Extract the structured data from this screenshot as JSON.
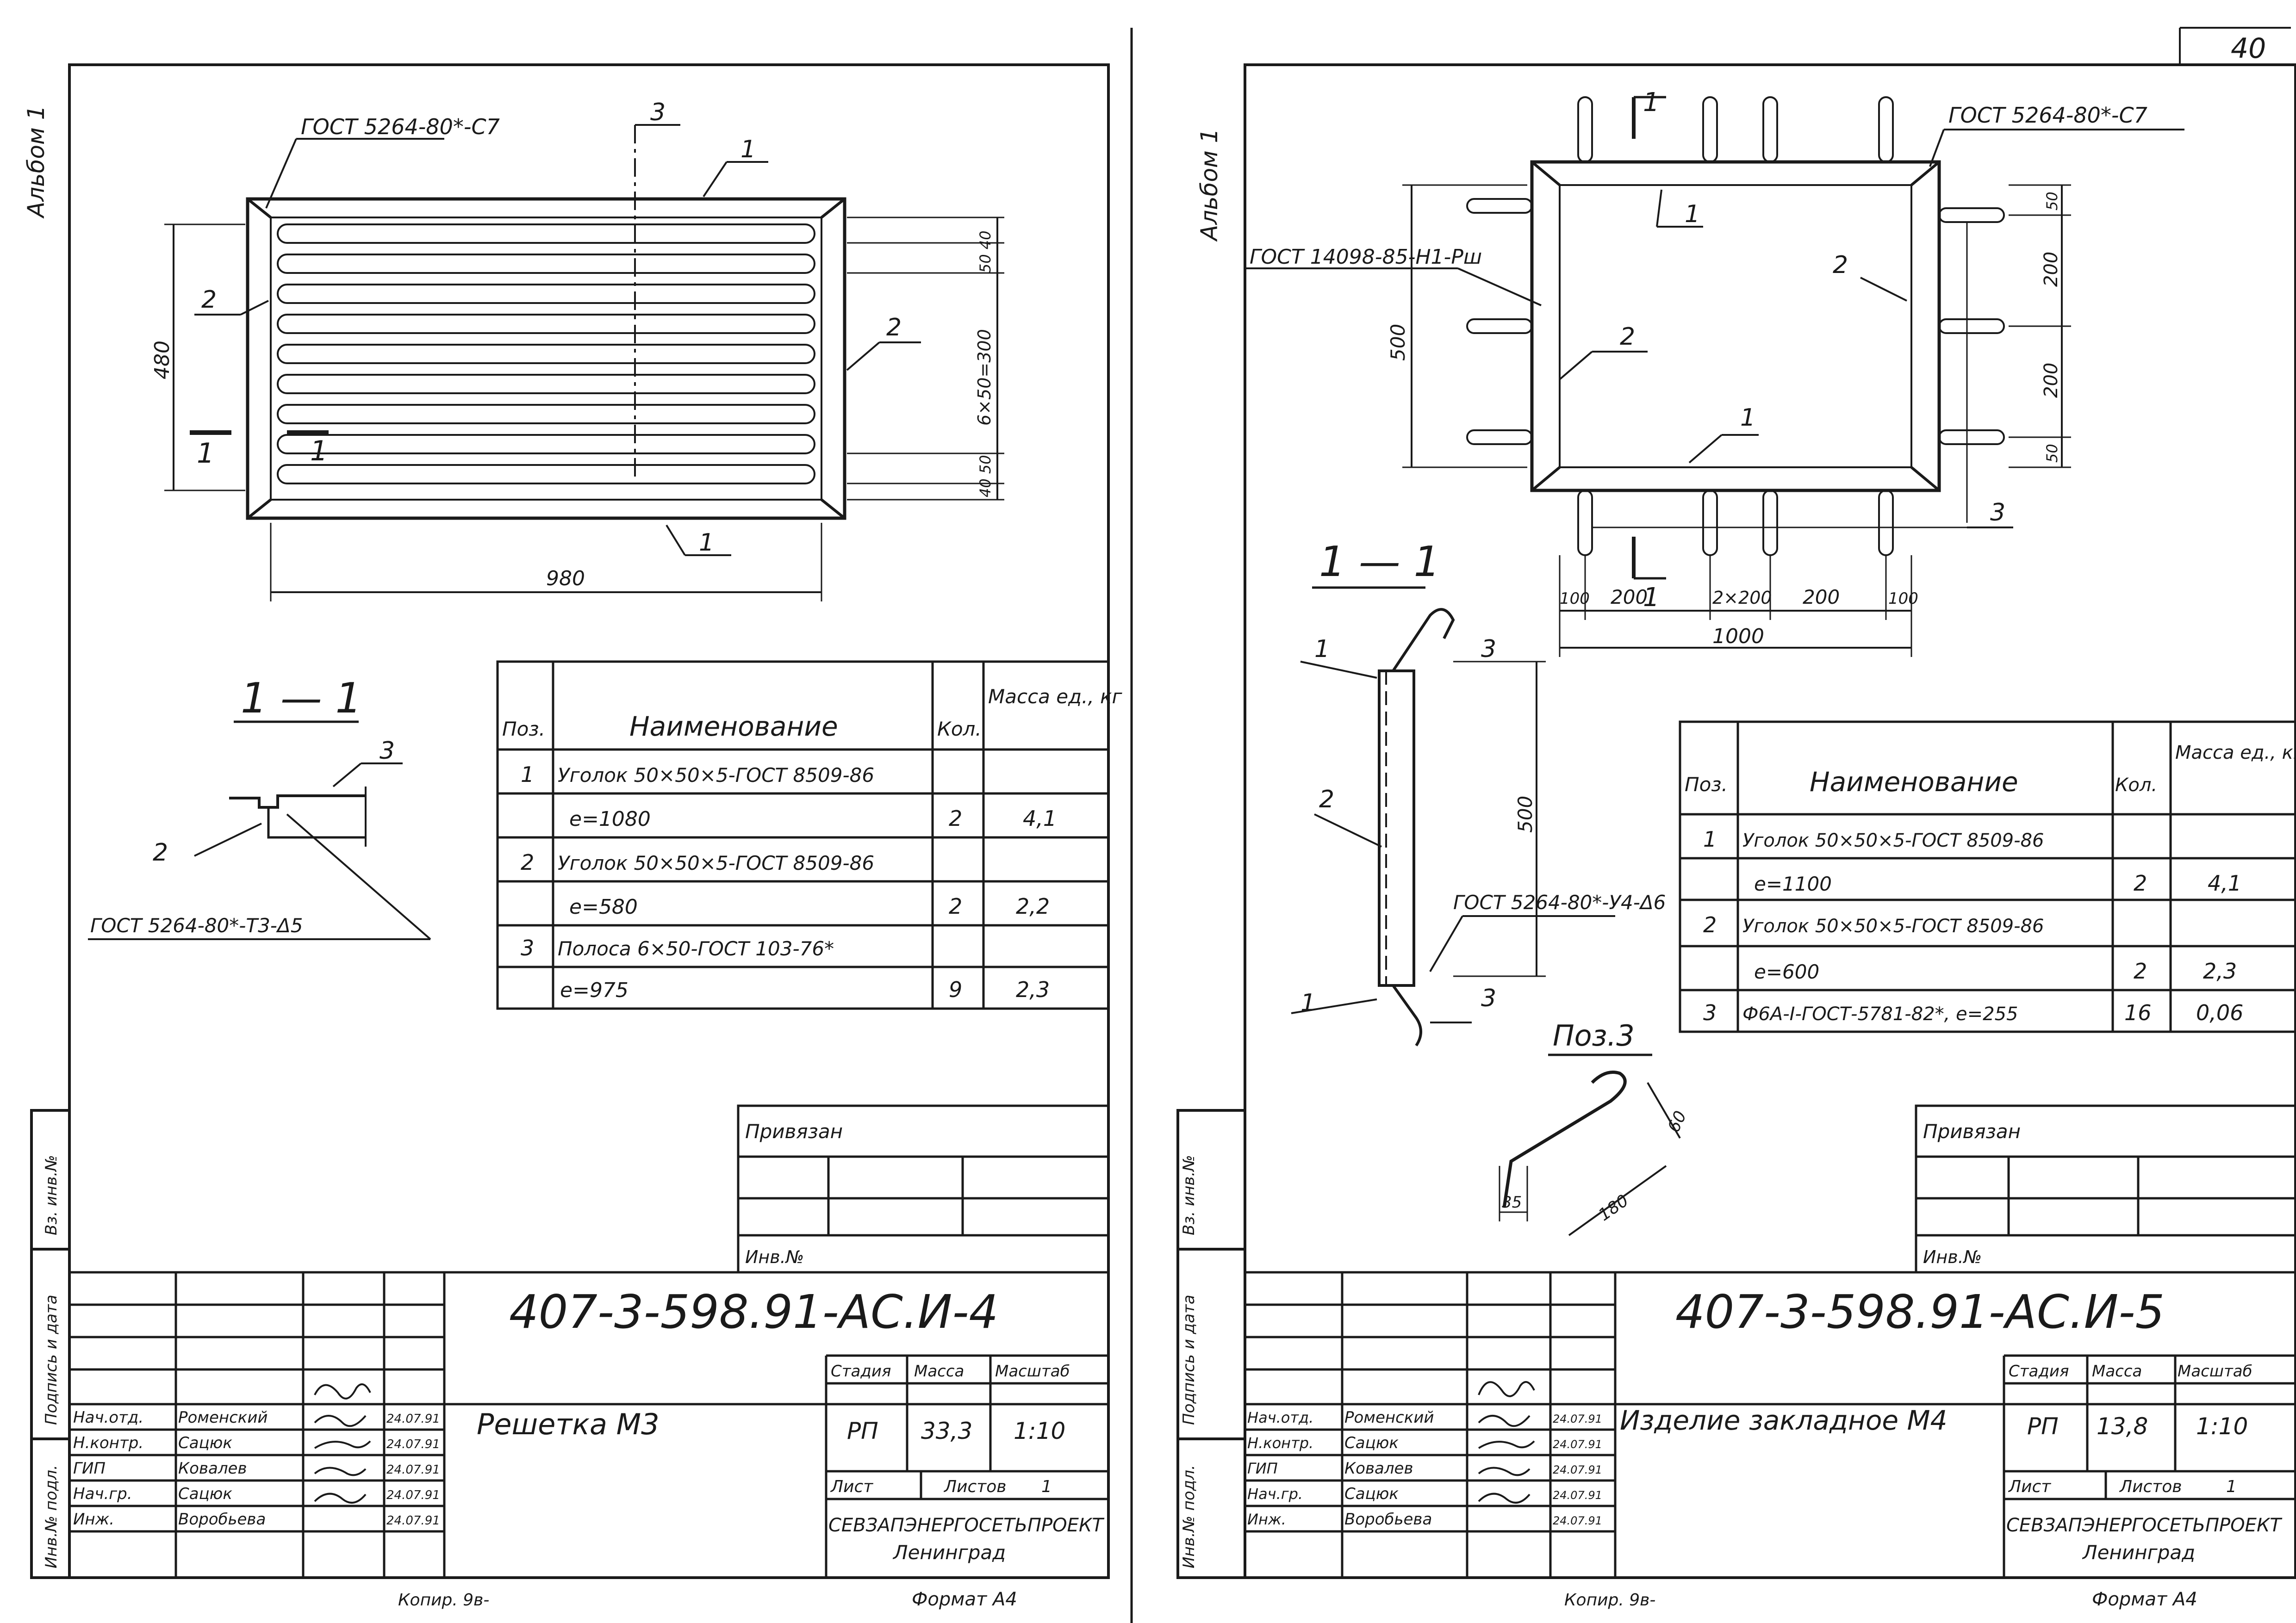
{
  "page_number": "40",
  "sheet_left": {
    "album_label": "Альбом 1",
    "weld_note_top": "ГОСТ 5264-80*-С7",
    "weld_note_section": "ГОСТ 5264-80*-Т3-Δ5",
    "callouts": [
      "1",
      "2",
      "3"
    ],
    "dims": {
      "height": "480",
      "width": "980",
      "top_spacing": "50 40",
      "mid_spacing": "6×50=300",
      "bottom_spacing": "40 50"
    },
    "section_mark": "1",
    "section_title": "1 — 1",
    "spec_table": {
      "headers": {
        "pos": "Поз.",
        "name": "Наименование",
        "qty": "Кол.",
        "mass": "Масса ед., кг"
      },
      "rows": [
        {
          "pos": "1",
          "name": "Уголок 50×50×5-ГОСТ 8509-86",
          "qty": "",
          "mass": ""
        },
        {
          "pos": "",
          "name": "е=1080",
          "qty": "2",
          "mass": "4,1"
        },
        {
          "pos": "2",
          "name": "Уголок 50×50×5-ГОСТ 8509-86",
          "qty": "",
          "mass": ""
        },
        {
          "pos": "",
          "name": "е=580",
          "qty": "2",
          "mass": "2,2"
        },
        {
          "pos": "3",
          "name": "Полоса 6×50-ГОСТ 103-76*",
          "qty": "",
          "mass": ""
        },
        {
          "pos": "",
          "name": "е=975",
          "qty": "9",
          "mass": "2,3"
        }
      ]
    },
    "privyazan": "Привязан",
    "inv_no": "Инв.№",
    "side_labels": {
      "vz_inv": "Вз. инв.№",
      "podpis": "Подпись и дата",
      "inv_podl": "Инв.№ подл."
    },
    "title_block": {
      "code": "407-3-598.91-АС.И-4",
      "name": "Решетка М3",
      "roles": [
        "Нач.отд.",
        "Н.контр.",
        "ГИП",
        "Нач.гр.",
        "Инж."
      ],
      "people": [
        "Роменский",
        "Сацюк",
        "Ковалев",
        "Сацюк",
        "Воробьева"
      ],
      "dates": [
        "24.07.91",
        "24.07.91",
        "24.07.91",
        "24.07.91",
        "24.07.91"
      ],
      "stage_label": "Стадия",
      "mass_label": "Масса",
      "scale_label": "Масштаб",
      "stage": "РП",
      "mass": "33,3",
      "scale": "1:10",
      "sheet_label": "Лист",
      "sheets_label": "Листов",
      "sheets": "1",
      "org": "СЕВЗАПЭНЕРГОСЕТЬПРОЕКТ",
      "city": "Ленинград"
    },
    "kopir": "Копир. 9в-",
    "format": "Формат А4"
  },
  "sheet_right": {
    "album_label": "Альбом 1",
    "weld_note_top": "ГОСТ 5264-80*-С7",
    "weld_note_left": "ГОСТ 14098-85-Н1-Рш",
    "weld_note_section": "ГОСТ 5264-80*-У4-Δ6",
    "callouts": [
      "1",
      "2",
      "3"
    ],
    "dims": {
      "height": "500",
      "right_top": "50",
      "right_mid1": "200",
      "right_mid2": "200",
      "right_bottom": "50",
      "bottom_row": [
        "100",
        "200",
        "2×200",
        "200",
        "100"
      ],
      "total": "1000",
      "section_height": "500",
      "pos3_height": "60",
      "pos3_len": "180",
      "pos3_bend": "35"
    },
    "section_mark": "1",
    "section_title": "1 — 1",
    "pos3_title": "Поз.3",
    "spec_table": {
      "headers": {
        "pos": "Поз.",
        "name": "Наименование",
        "qty": "Кол.",
        "mass": "Масса ед., кг"
      },
      "rows": [
        {
          "pos": "1",
          "name": "Уголок 50×50×5-ГОСТ 8509-86",
          "qty": "",
          "mass": ""
        },
        {
          "pos": "",
          "name": "е=1100",
          "qty": "2",
          "mass": "4,1"
        },
        {
          "pos": "2",
          "name": "Уголок 50×50×5-ГОСТ 8509-86",
          "qty": "",
          "mass": ""
        },
        {
          "pos": "",
          "name": "е=600",
          "qty": "2",
          "mass": "2,3"
        },
        {
          "pos": "3",
          "name": "Ф6А-I-ГОСТ-5781-82*, е=255",
          "qty": "16",
          "mass": "0,06"
        }
      ]
    },
    "privyazan": "Привязан",
    "inv_no": "Инв.№",
    "side_labels": {
      "vz_inv": "Вз. инв.№",
      "podpis": "Подпись и дата",
      "inv_podl": "Инв.№ подл."
    },
    "title_block": {
      "code": "407-3-598.91-АС.И-5",
      "name": "Изделие закладное М4",
      "roles": [
        "Нач.отд.",
        "Н.контр.",
        "ГИП",
        "Нач.гр.",
        "Инж."
      ],
      "people": [
        "Роменский",
        "Сацюк",
        "Ковалев",
        "Сацюк",
        "Воробьева"
      ],
      "dates": [
        "24.07.91",
        "24.07.91",
        "24.07.91",
        "24.07.91",
        "24.07.91"
      ],
      "stage_label": "Стадия",
      "mass_label": "Масса",
      "scale_label": "Масштаб",
      "stage": "РП",
      "mass": "13,8",
      "scale": "1:10",
      "sheet_label": "Лист",
      "sheets_label": "Листов",
      "sheets": "1",
      "org": "СЕВЗАПЭНЕРГОСЕТЬПРОЕКТ",
      "city": "Ленинград"
    },
    "kopir": "Копир. 9в-",
    "format": "Формат А4"
  }
}
